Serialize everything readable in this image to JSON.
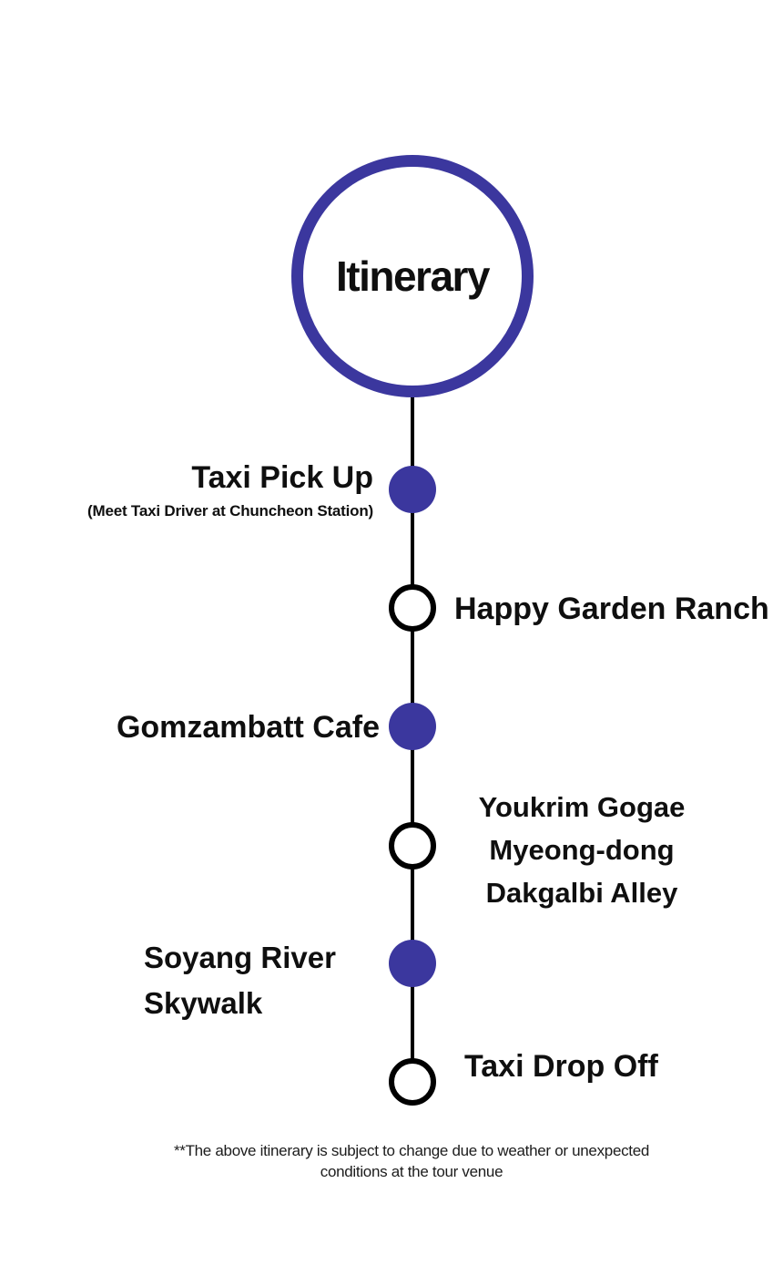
{
  "title": {
    "label": "Itinerary"
  },
  "colors": {
    "accent": "#3B379E",
    "line": "#000000",
    "text": "#0F0F0F"
  },
  "timeline": {
    "stops": [
      {
        "name": "taxi-pick-up",
        "lines": [
          "Taxi Pick Up"
        ],
        "subtitle": "(Meet Taxi Driver at Chuncheon Station)",
        "dot": "filled",
        "side": "left"
      },
      {
        "name": "happy-garden-ranch",
        "lines": [
          "Happy Garden Ranch"
        ],
        "dot": "open",
        "side": "right"
      },
      {
        "name": "gomzambatt-cafe",
        "lines": [
          "Gomzambatt Cafe"
        ],
        "dot": "filled",
        "side": "left"
      },
      {
        "name": "youkrim-gogae-myeong-dong-dakgalbi-alley",
        "lines": [
          "Youkrim Gogae",
          "Myeong-dong",
          "Dakgalbi Alley"
        ],
        "dot": "open",
        "side": "right"
      },
      {
        "name": "soyang-river-skywalk",
        "lines": [
          "Soyang River",
          "Skywalk"
        ],
        "dot": "filled",
        "side": "left"
      },
      {
        "name": "taxi-drop-off",
        "lines": [
          "Taxi Drop Off"
        ],
        "dot": "open",
        "side": "right"
      }
    ]
  },
  "footer": {
    "note_lines": [
      "**The above itinerary is subject to change due to weather or unexpected",
      "conditions at the tour venue"
    ]
  }
}
